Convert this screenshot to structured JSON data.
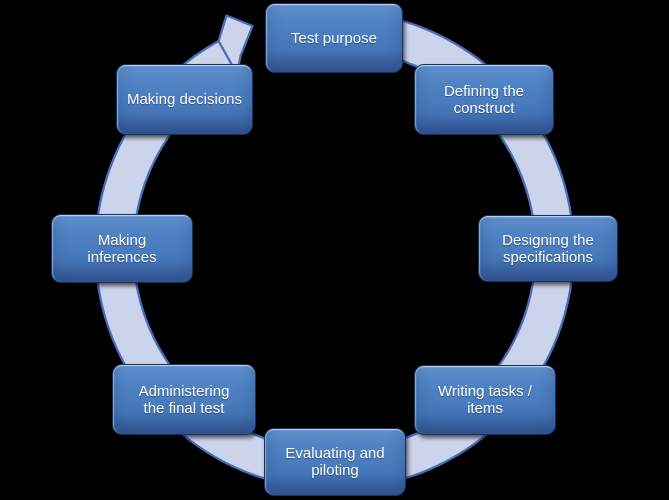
{
  "diagram": {
    "type": "cycle",
    "direction": "clockwise",
    "nodes": [
      {
        "id": "test-purpose",
        "label": "Test purpose"
      },
      {
        "id": "defining-the-construct",
        "label": "Defining the\nconstruct"
      },
      {
        "id": "designing-the-specifications",
        "label": "Designing the\nspecifications"
      },
      {
        "id": "writing-tasks-items",
        "label": "Writing tasks /\nitems"
      },
      {
        "id": "evaluating-and-piloting",
        "label": "Evaluating and\npiloting"
      },
      {
        "id": "administering-the-final-test",
        "label": "Administering\nthe final test"
      },
      {
        "id": "making-inferences",
        "label": "Making\ninferences"
      },
      {
        "id": "making-decisions",
        "label": "Making decisions"
      }
    ],
    "arrow": {
      "fill": "#ccd4ec",
      "stroke": "#4a6db8"
    },
    "colors": {
      "background": "#000000",
      "node_fill": "#4a7ec0",
      "node_fill_top": "#6190cc",
      "node_fill_bottom": "#3c63a6",
      "node_border": "#16305f",
      "node_text": "#ffffff"
    }
  }
}
